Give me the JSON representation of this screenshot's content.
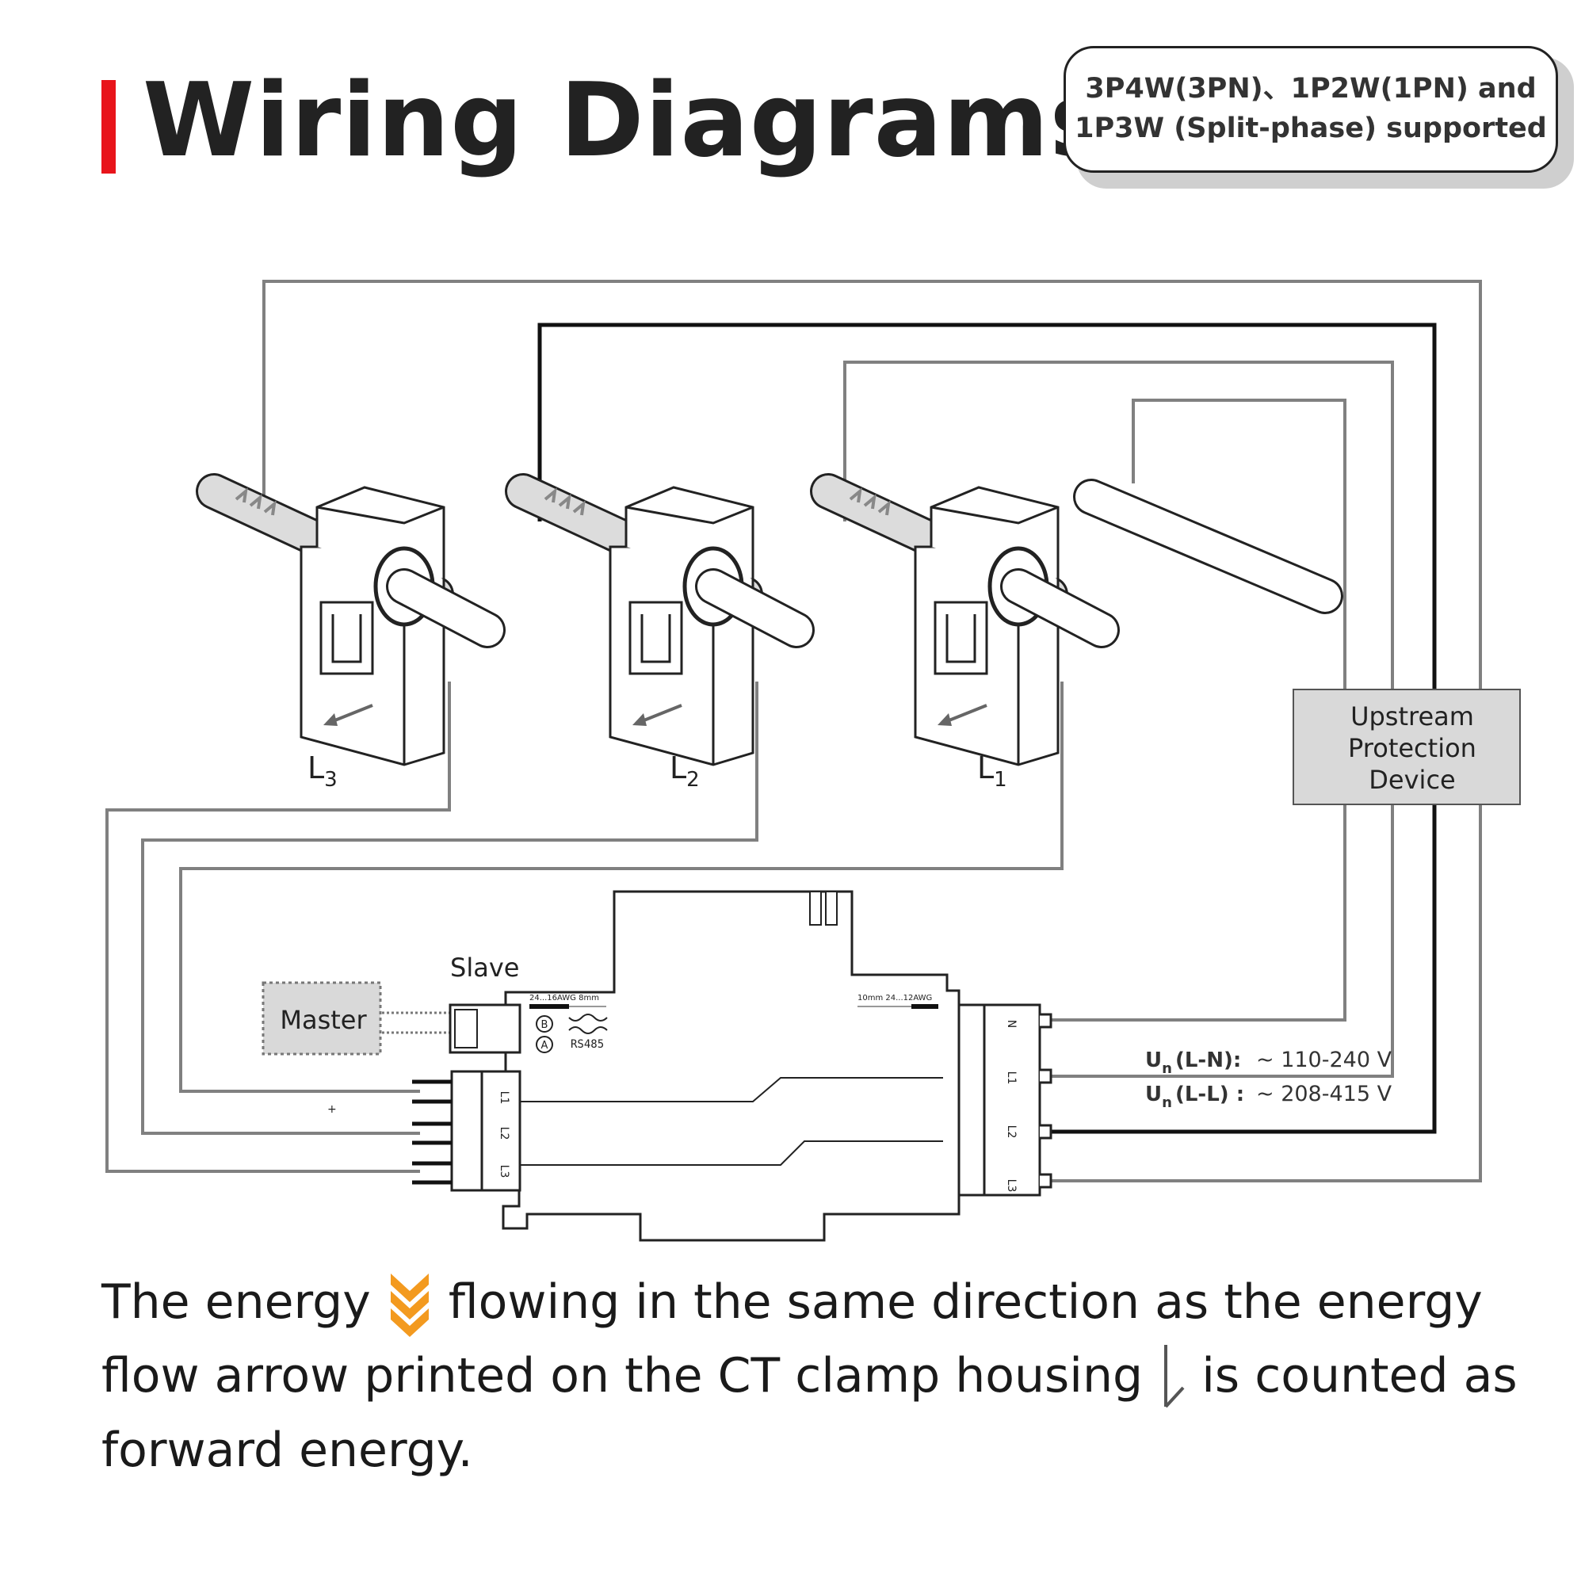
{
  "header": {
    "title": "Wiring Diagrams",
    "badge_line1": "3P4W(3PN)、1P2W(1PN) and",
    "badge_line2": "1P3W (Split-phase) supported"
  },
  "diagram": {
    "ct_labels": {
      "l3_main": "L",
      "l3_sub": "3",
      "l2_main": "L",
      "l2_sub": "2",
      "l1_main": "L",
      "l1_sub": "1"
    },
    "upstream_line1": "Upstream",
    "upstream_line2": "Protection",
    "upstream_line3": "Device",
    "master_label": "Master",
    "slave_label": "Slave",
    "rs485_label": "RS485",
    "wire_spec_left": "24...16AWG   8mm",
    "wire_spec_right": "10mm   24...12AWG",
    "terminal_b": "B",
    "terminal_a": "A",
    "voltage_terminals": [
      "N",
      "L1",
      "L2",
      "L3"
    ],
    "ct_terminals": [
      "L1",
      "L2",
      "L3"
    ],
    "un_ln_label": "U",
    "un_ln_sub": "n",
    "un_ln_suffix": "(L-N):",
    "un_ln_value": "~ 110-240 V",
    "un_ll_label": "U",
    "un_ll_sub": "n",
    "un_ll_suffix": "(L-L) :",
    "un_ll_value": "~ 208-415 V",
    "plus_mark": "+"
  },
  "caption": {
    "part1": "The energy",
    "part2": "flowing in the same direction as the energy flow arrow printed on the CT clamp housing",
    "part3": "is counted as forward energy."
  },
  "colors": {
    "accent_red": "#e8141b",
    "arrow_orange": "#f39a1f",
    "wire_gray": "#808080",
    "wire_black": "#111111"
  }
}
